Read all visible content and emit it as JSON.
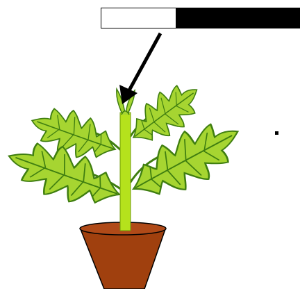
{
  "diagram": {
    "subject": "potted-plant",
    "labels": [
      {
        "name": "apical-bud-label",
        "text": "",
        "style": "blank"
      },
      {
        "name": "hidden-label",
        "text": "",
        "style": "redacted"
      }
    ],
    "side_marker": "."
  },
  "colors": {
    "leaf_fill": "#a6d531",
    "leaf_outline": "#3f7e10",
    "stem": "#b5e21c",
    "pot": "#a0400e",
    "pot_rim": "#b04a18",
    "arrow": "#000000",
    "redaction": "#000000"
  }
}
